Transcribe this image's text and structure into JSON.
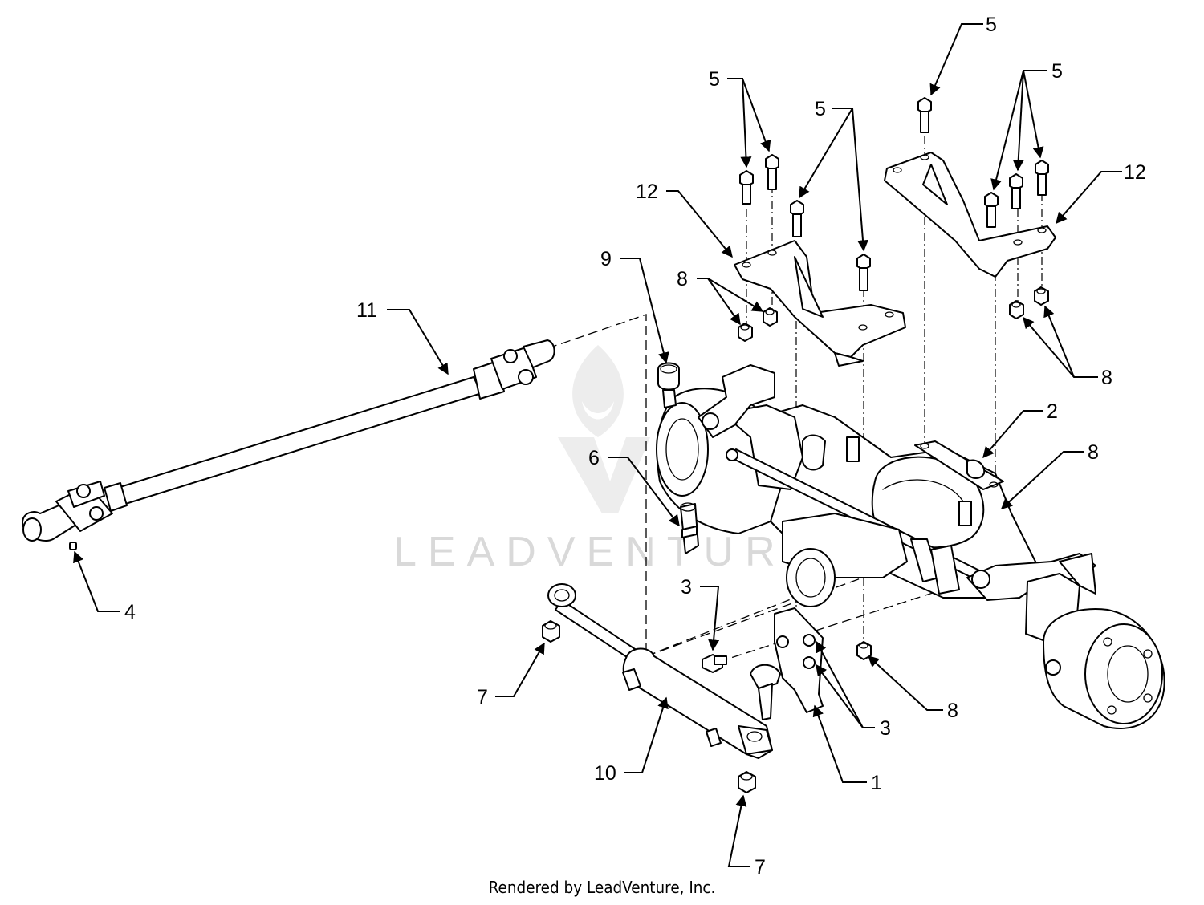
{
  "watermark": {
    "text": "LEADVENTURE"
  },
  "credit": "Rendered by LeadVenture, Inc.",
  "callouts": {
    "c1": "1",
    "c2": "2",
    "c3a": "3",
    "c3b": "3",
    "c4": "4",
    "c5a": "5",
    "c5b": "5",
    "c5c": "5",
    "c5d": "5",
    "c6": "6",
    "c7a": "7",
    "c7b": "7",
    "c8a": "8",
    "c8b": "8",
    "c8c": "8",
    "c8d": "8",
    "c9": "9",
    "c10": "10",
    "c11": "11",
    "c12a": "12",
    "c12b": "12"
  }
}
